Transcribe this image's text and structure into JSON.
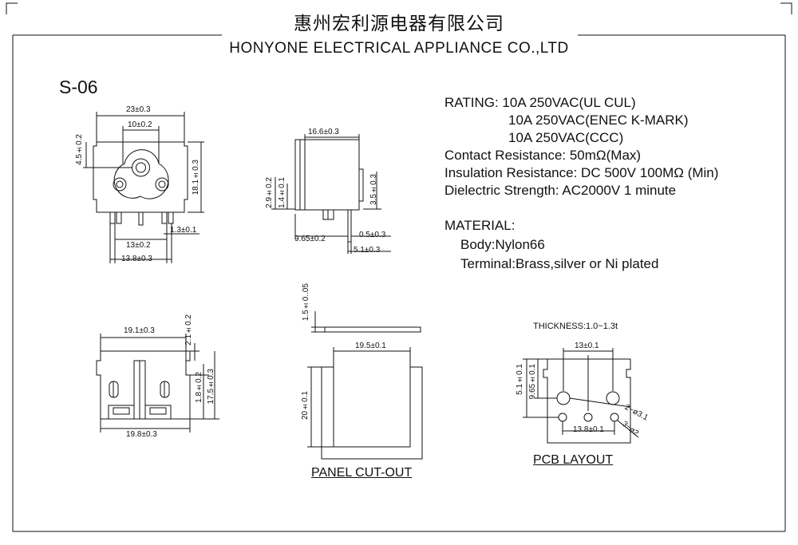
{
  "header": {
    "company_cn": "惠州宏利源电器有限公司",
    "company_en": "HONYONE  ELECTRICAL  APPLIANCE  CO.,LTD"
  },
  "model": "S-06",
  "specs": {
    "rating_1": "RATING: 10A 250VAC(UL CUL)",
    "rating_2": "10A 250VAC(ENEC K-MARK)",
    "rating_3": "10A 250VAC(CCC)",
    "contact": "Contact Resistance: 50mΩ(Max)",
    "insulation": "Insulation Resistance: DC 500V 100MΩ  (Min)",
    "dielectric": "Dielectric Strength: AC2000V 1 minute"
  },
  "material": {
    "title": "MATERIAL:",
    "body": "Body:Nylon66",
    "terminal": "Terminal:Brass,silver or Ni plated"
  },
  "front_view": {
    "d_width": "23±0.3",
    "d_socket": "10±0.2",
    "d_height": "18.1±0.3",
    "d_top": "4.5±0.2",
    "d_pin_w": "1.3±0.1",
    "d_pins_13": "13±0.2",
    "d_pins_138": "13.8±0.3"
  },
  "side_view": {
    "d_depth": "16.6±0.3",
    "d_29": "2.9±0.2",
    "d_14": "1.4±0.1",
    "d_35": "3.5±0.3",
    "d_965": "9.65±0.2",
    "d_05": "0.5±0.3",
    "d_51": "5.1±0.3"
  },
  "bottom_view": {
    "d_191": "19.1±0.3",
    "d_21": "2.1±0.2",
    "d_18": "1.8±0.2",
    "d_175": "17.5±0.3",
    "d_198": "19.8±0.3"
  },
  "panel_cutout": {
    "d_thick": "1.5±0..05",
    "d_width": "19.5±0.1",
    "d_height": "20±0.1",
    "caption": "PANEL CUT-OUT"
  },
  "pcb_layout": {
    "thickness": "THICKNESS:1.0~1.3t",
    "d_13": "13±0.1",
    "d_51": "5.1±0.1",
    "d_965": "9.65±0.1",
    "d_138": "13.8±0.1",
    "d_hole_large": "2−ø3.1",
    "d_hole_small": "3−ø2",
    "caption": "PCB LAYOUT"
  }
}
